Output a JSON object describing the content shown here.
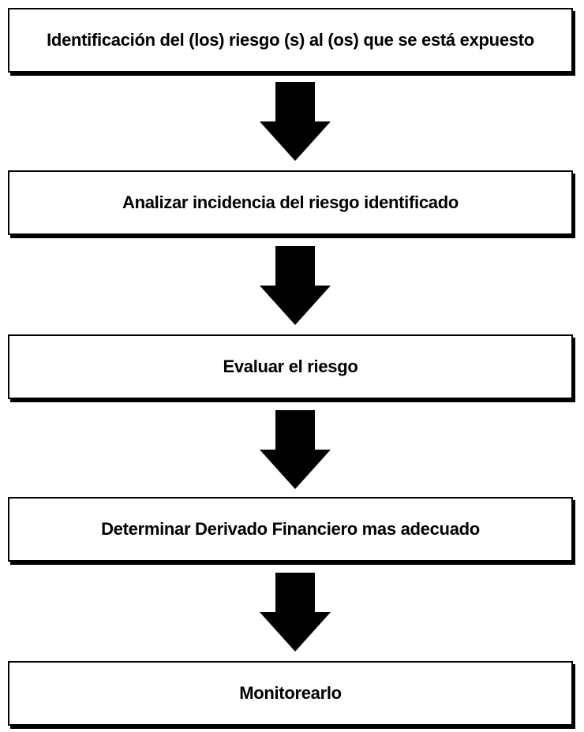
{
  "flowchart": {
    "steps": [
      {
        "label": "Identificación del (los) riesgo (s) al (os) que se está expuesto"
      },
      {
        "label": "Analizar incidencia del riesgo identificado"
      },
      {
        "label": "Evaluar el riesgo"
      },
      {
        "label": "Determinar Derivado Financiero mas adecuado"
      },
      {
        "label": "Monitorearlo"
      }
    ],
    "colors": {
      "border": "#000000",
      "arrow": "#000000",
      "background": "#ffffff"
    }
  }
}
